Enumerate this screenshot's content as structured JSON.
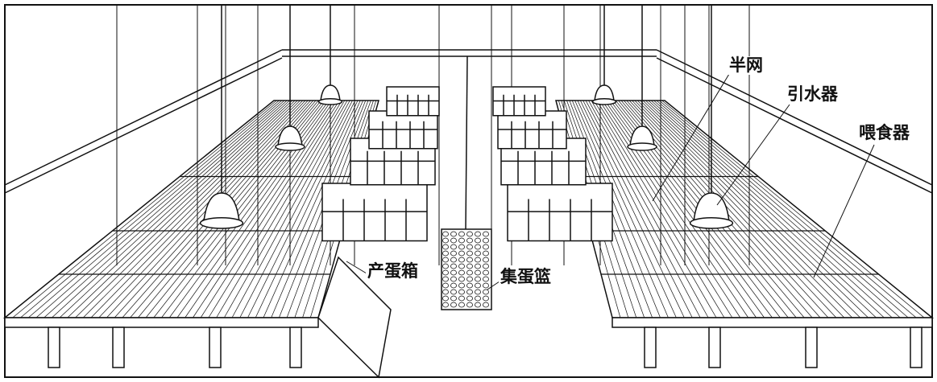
{
  "labels": {
    "half_net": "半网",
    "waterer": "引水器",
    "feeder": "喂食器",
    "nest_box": "产蛋箱",
    "egg_basket": "集蛋篮"
  },
  "colors": {
    "ink": "#111111",
    "paper": "#ffffff"
  }
}
